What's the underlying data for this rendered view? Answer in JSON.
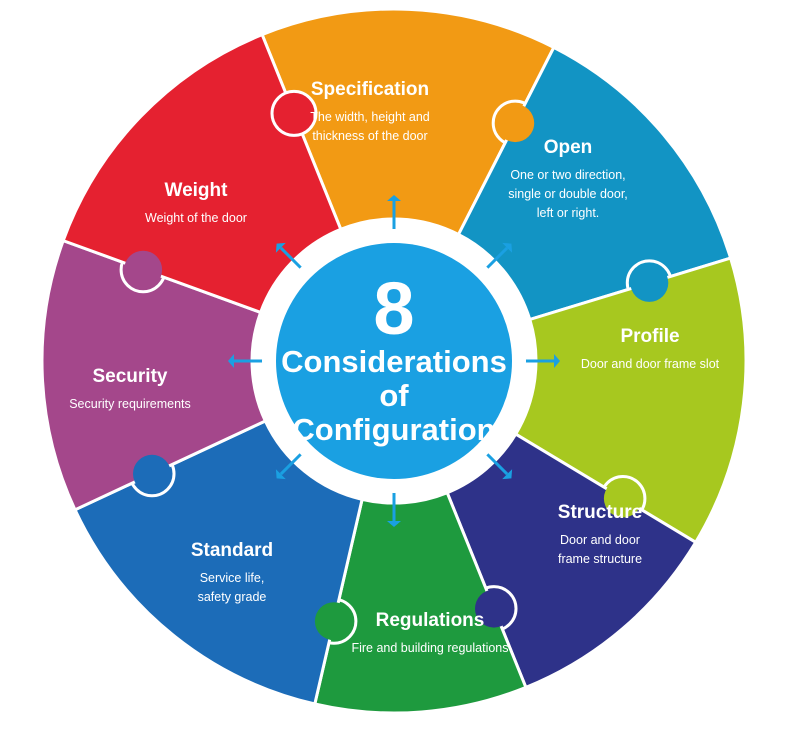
{
  "center": {
    "number": "8",
    "line1": "Considerations",
    "line2": "of",
    "line3": "Configuration"
  },
  "segments": [
    {
      "key": "specification",
      "title": "Specification",
      "desc": [
        "The width, height and",
        "thickness of the door"
      ],
      "color": "#F29A14"
    },
    {
      "key": "open",
      "title": "Open",
      "desc": [
        "One or two direction,",
        "single or double door,",
        "left or right."
      ],
      "color": "#1294C4"
    },
    {
      "key": "profile",
      "title": "Profile",
      "desc": [
        "Door and door frame slot"
      ],
      "color": "#A7C81F"
    },
    {
      "key": "structure",
      "title": "Structure",
      "desc": [
        "Door and door",
        "frame structure"
      ],
      "color": "#2E3289"
    },
    {
      "key": "regulations",
      "title": "Regulations",
      "desc": [
        "Fire and building regulations"
      ],
      "color": "#1E9A3E"
    },
    {
      "key": "standard",
      "title": "Standard",
      "desc": [
        "Service life,",
        "safety grade"
      ],
      "color": "#1C6CB8"
    },
    {
      "key": "security",
      "title": "Security",
      "desc": [
        "Security requirements"
      ],
      "color": "#A4478B"
    },
    {
      "key": "weight",
      "title": "Weight",
      "desc": [
        "Weight of the door"
      ],
      "color": "#E52130"
    }
  ],
  "colors": {
    "center_fill": "#1AA0E2",
    "ring": "#ffffff",
    "arrows": "#1AA0E2"
  }
}
